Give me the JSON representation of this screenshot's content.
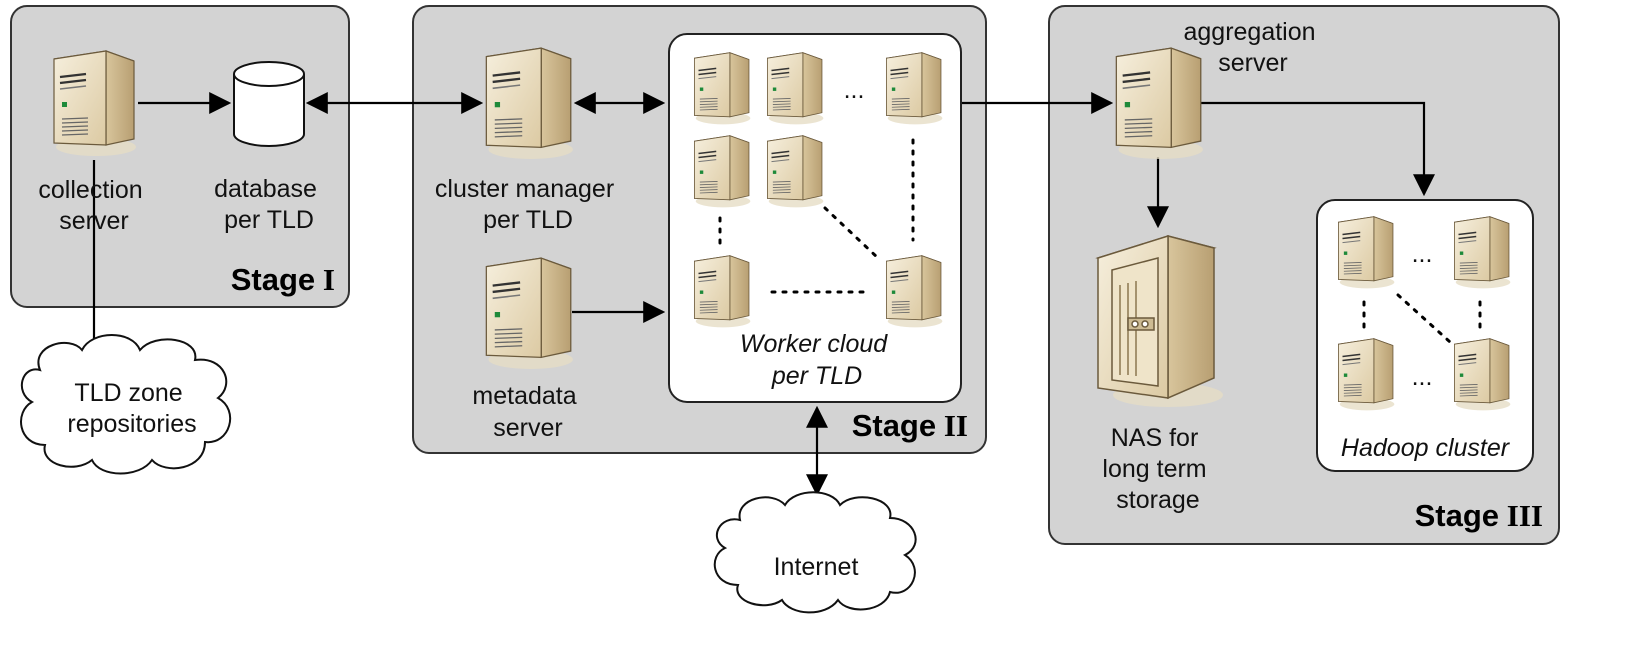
{
  "stages": {
    "stage1": {
      "word": "Stage",
      "numeral": "I"
    },
    "stage2": {
      "word": "Stage",
      "numeral": "II"
    },
    "stage3": {
      "word": "Stage",
      "numeral": "III"
    }
  },
  "nodes": {
    "collection_server": [
      "collection",
      "server"
    ],
    "database": [
      "database",
      "per TLD"
    ],
    "zone_repos": [
      "TLD zone",
      "repositories"
    ],
    "cluster_manager": [
      "cluster manager",
      "per TLD"
    ],
    "metadata_server": [
      "metadata",
      "server"
    ],
    "worker_cloud": [
      "Worker cloud",
      "per TLD"
    ],
    "internet": "Internet",
    "aggregation_server": [
      "aggregation",
      "server"
    ],
    "nas": [
      "NAS for",
      "long term",
      "storage"
    ],
    "hadoop": "Hadoop cluster"
  },
  "ellipsis": "...",
  "colors": {
    "stage_fill": "#d3d3d3",
    "server_face": "#e8dcc0",
    "server_side": "#c9b48e",
    "led": "#1e8a3a"
  },
  "icons": {
    "server": "server-tower-icon",
    "database": "database-cylinder-icon",
    "cloud": "cloud-icon",
    "nas": "nas-cabinet-icon"
  }
}
